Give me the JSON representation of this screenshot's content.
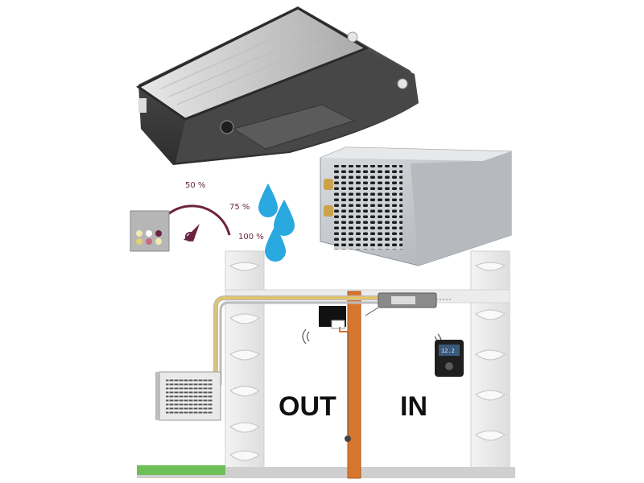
{
  "gauge": {
    "labels": [
      "50 %",
      "75 %",
      "100 %"
    ],
    "color": "#6b2340"
  },
  "zones": {
    "out_label": "OUT",
    "in_label": "IN"
  },
  "display": {
    "reading": "12.2"
  },
  "colors": {
    "droplet": "#2aa8e0",
    "pipe_yellow": "#e8c45a",
    "pipe_grey": "#bcbcbc",
    "partition": "#d7772e",
    "ground": "#6fbf59",
    "unit_body": "#3f3f3f",
    "condenser_body": "#c8cbcf"
  },
  "icons": [
    "ceiling-evaporator-icon",
    "condensing-unit-icon",
    "humidity-gauge-icon",
    "water-droplet-icon",
    "wine-rack-icon",
    "wireless-signal-icon",
    "remote-sensor-icon",
    "wall-control-panel-icon",
    "outdoor-condenser-icon"
  ]
}
